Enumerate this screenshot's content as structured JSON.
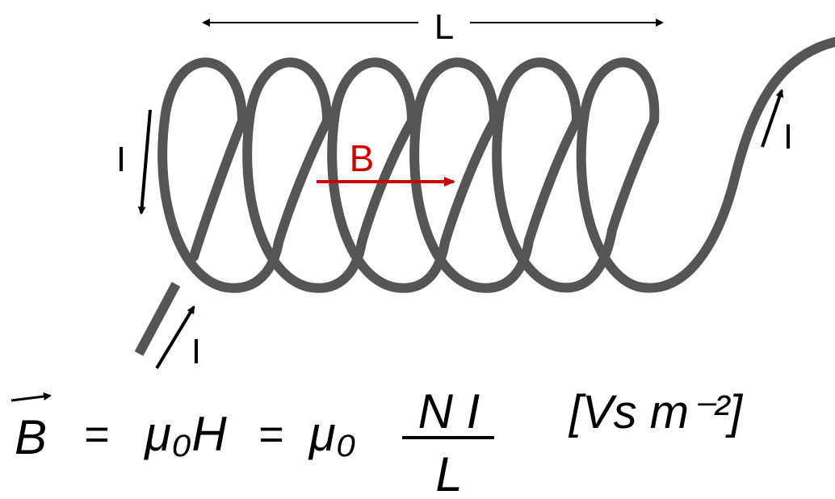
{
  "labels": {
    "length": "L",
    "field": "B",
    "current_left": "I",
    "current_right": "I",
    "current_bottom": "I"
  },
  "equation": {
    "vec_b": "B",
    "eq1": "=",
    "mu0_h": "μ₀H",
    "eq2": "=",
    "mu0": "μ₀",
    "numerator": "N I",
    "denominator": "L",
    "units": "[Vs m⁻²]"
  },
  "colors": {
    "coil": "#555555",
    "field_arrow": "#cc0000",
    "ink": "#000000"
  }
}
